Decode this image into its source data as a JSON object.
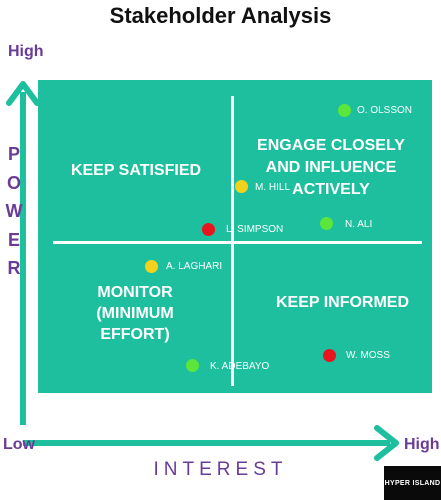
{
  "title": "Stakeholder Analysis",
  "axes": {
    "y_high": "High",
    "y_label_letters": [
      "P",
      "O",
      "W",
      "E",
      "R"
    ],
    "x_low": "Low",
    "x_high": "High",
    "x_label": "INTEREST",
    "axis_color": "#1dbf9e",
    "label_color": "#6b3c96"
  },
  "quadrants": {
    "top_left": "KEEP SATISFIED",
    "top_right": "ENGAGE CLOSELY AND INFLUENCE ACTIVELY",
    "bottom_left": "MONITOR (MINIMUM EFFORT)",
    "bottom_right": "KEEP INFORMED"
  },
  "stakeholders": [
    {
      "name": "O. OLSSON",
      "status": "green"
    },
    {
      "name": "M. HILL",
      "status": "yellow"
    },
    {
      "name": "L. SIMPSON",
      "status": "red"
    },
    {
      "name": "N. ALI",
      "status": "green"
    },
    {
      "name": "A. LAGHARI",
      "status": "yellow"
    },
    {
      "name": "K. ADEBAYO",
      "status": "green"
    },
    {
      "name": "W. MOSS",
      "status": "red"
    }
  ],
  "status_colors": {
    "green": "#5ce63c",
    "yellow": "#f2d21d",
    "red": "#e8141e"
  },
  "logo": "HYPER ISLAND"
}
